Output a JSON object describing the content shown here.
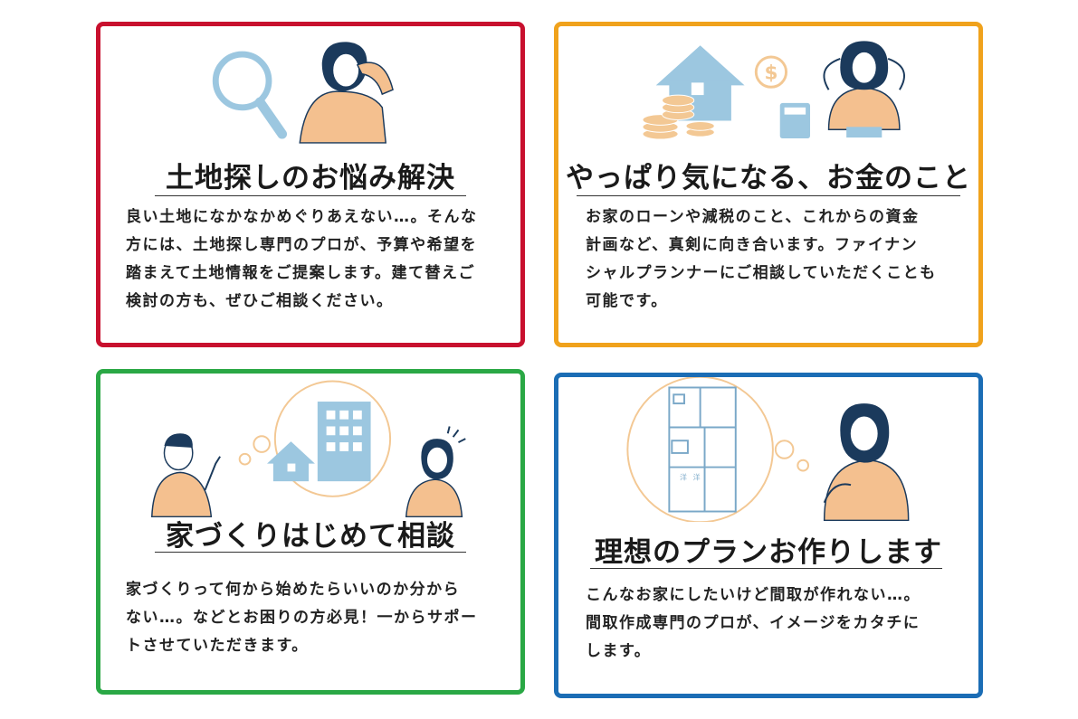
{
  "colors": {
    "red": "#c8102e",
    "orange": "#f0a21c",
    "green": "#2aa845",
    "blue": "#1b6db5",
    "skin": "#f4c08f",
    "sky": "#9cc7e0",
    "coin": "#f3c894"
  },
  "cards": [
    {
      "title": "土地探しのお悩み解決",
      "lines": [
        "良い土地になかなかめぐりあえない…。そんな",
        "方には、土地探し専門のプロが、予算や希望を",
        "踏まえて土地情報をご提案します。建て替えご",
        "検討の方も、ぜひご相談ください。"
      ],
      "icons": [
        "magnifier-icon",
        "worried-woman-icon"
      ]
    },
    {
      "title": "やっぱり気になる、お金のこと",
      "lines": [
        "お家のローンや減税のこと、これからの資金",
        "計画など、真剣に向き合います。ファイナン",
        "シャルプランナーにご相談していただくことも",
        "可能です。"
      ],
      "icons": [
        "house-icon",
        "dollar-coin-icon",
        "coins-stack-icon",
        "calculator-icon",
        "stressed-woman-icon"
      ]
    },
    {
      "title": "家づくりはじめて相談",
      "lines": [
        "家づくりって何から始めたらいいのか分から",
        "ない…。などとお困りの方必見！一からサポー",
        "トさせていただきます。"
      ],
      "icons": [
        "pointing-man-icon",
        "house-icon",
        "building-icon",
        "thinking-woman-icon"
      ]
    },
    {
      "title": "理想のプランお作りします",
      "lines": [
        "こんなお家にしたいけど間取が作れない…。",
        "間取作成専門のプロが、イメージをカタチに",
        "します。"
      ],
      "icons": [
        "floor-plan-icon",
        "thinking-woman-icon"
      ],
      "floor_labels": [
        "洋",
        "洋"
      ]
    }
  ]
}
